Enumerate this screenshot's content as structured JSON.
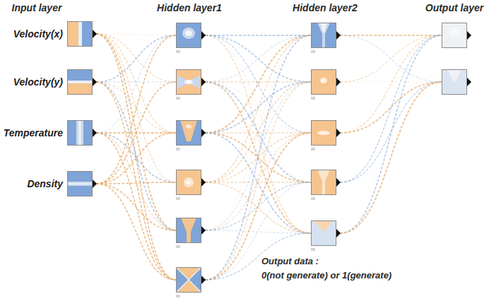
{
  "diagram": {
    "nodes": [
      {
        "text": [
          "Velocity(x)"
        ]
      },
      {
        "text": [
          "Velocity(y)"
        ]
      },
      {
        "text": [
          "Temperature"
        ]
      },
      {
        "text": [
          "Density"
        ]
      }
    ],
    "labels": [
      "Input layer",
      "Hidden layer1",
      "Hidden layer2",
      "Output layer",
      "Output data :",
      "0(not generate) or 1(generate)"
    ]
  }
}
